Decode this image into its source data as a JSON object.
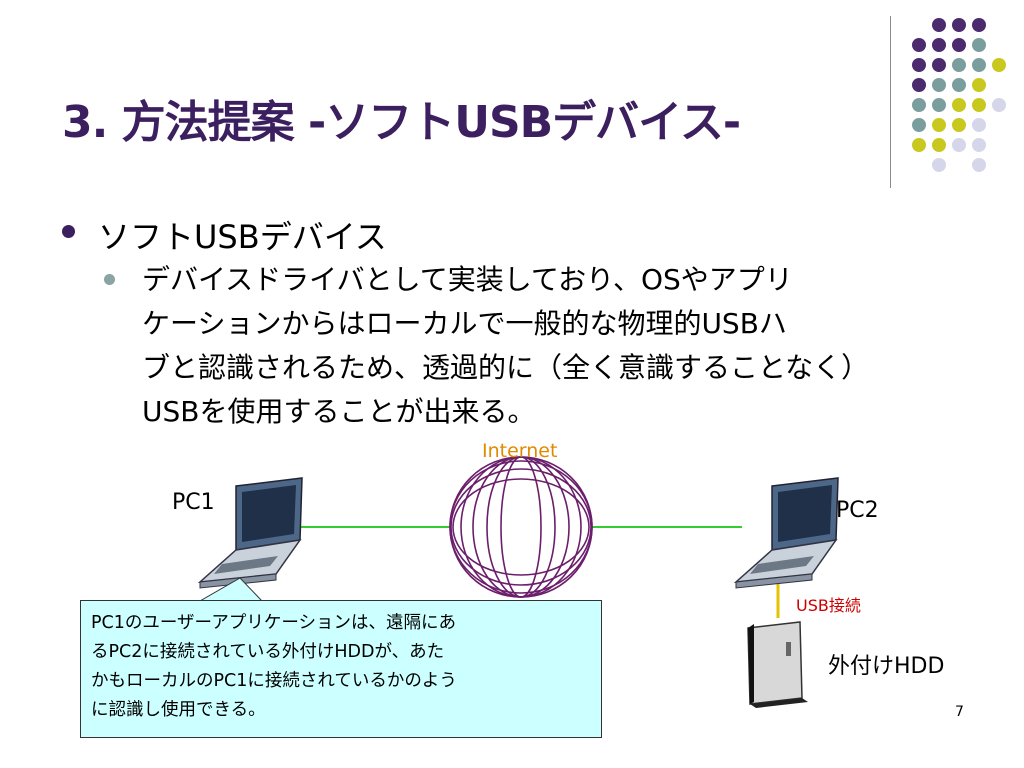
{
  "slide": {
    "title": "3. 方法提案 -ソフトUSBデバイス-",
    "bullet1": "ソフトUSBデバイス",
    "bullet2_lines": [
      "デバイスドライバとして実装しており、OSやアプリ",
      "ケーションからはローカルで一般的な物理的USBハ",
      "ブと認識されるため、透過的に（全く意識することなく）",
      "USBを使用することが出来る。"
    ],
    "page_number": "7"
  },
  "diagram": {
    "internet_label": "Internet",
    "pc1_label": "PC1",
    "pc2_label": "PC2",
    "usb_label": "USB接続",
    "hdd_label": "外付けHDD",
    "callout_lines": [
      "PC1のユーザーアプリケーションは、遠隔にあ",
      "るPC2に接続されている外付けHDDが、あた",
      "かもローカルのPC1に接続されているかのよう",
      "に認識し使用できる。"
    ]
  },
  "colors": {
    "title": "#3c1f5e",
    "dot_purple": "#4b2a6e",
    "dot_teal": "#7a9e9e",
    "dot_yellow": "#c8c81e",
    "dot_lavender": "#d6d6ea",
    "network_line": "#33cc33",
    "internet_ring": "#6b1f6b",
    "usb_line": "#e6c200",
    "callout_fill": "#ccffff"
  },
  "icons": [
    "laptop-icon",
    "laptop-icon",
    "hdd-icon",
    "globe-icon"
  ]
}
